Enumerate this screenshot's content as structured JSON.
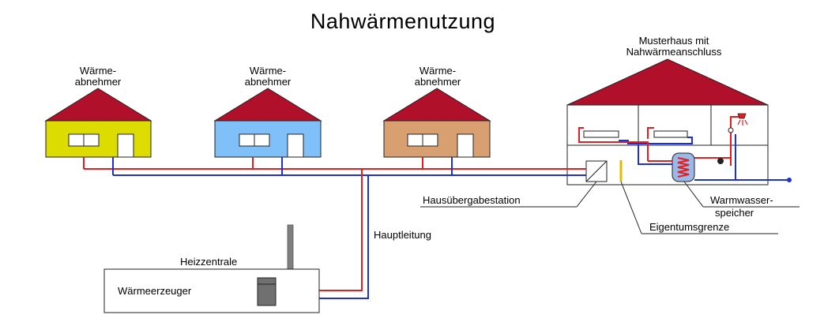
{
  "title": "Nahwärmenutzung",
  "houses": [
    {
      "label_line1": "Wärme-",
      "label_line2": "abnehmer",
      "wall_color": "#dcdc00"
    },
    {
      "label_line1": "Wärme-",
      "label_line2": "abnehmer",
      "wall_color": "#80c0f8"
    },
    {
      "label_line1": "Wärme-",
      "label_line2": "abnehmer",
      "wall_color": "#d8a070"
    }
  ],
  "model_house": {
    "label_line1": "Musterhaus mit",
    "label_line2": "Nahwärmeanschluss"
  },
  "labels": {
    "transfer_station": "Hausübergabestation",
    "hot_water_line1": "Warmwasser-",
    "hot_water_line2": "speicher",
    "property_boundary": "Eigentumsgrenze",
    "main_line": "Hauptleitung",
    "heating_plant": "Heizzentrale",
    "heat_generator": "Wärmeerzeuger"
  },
  "colors": {
    "roof": "#b0102a",
    "supply_pipe": "#e02020",
    "return_pipe": "#1f2fd0",
    "property_marker": "#e8b800",
    "outline": "#222222"
  }
}
